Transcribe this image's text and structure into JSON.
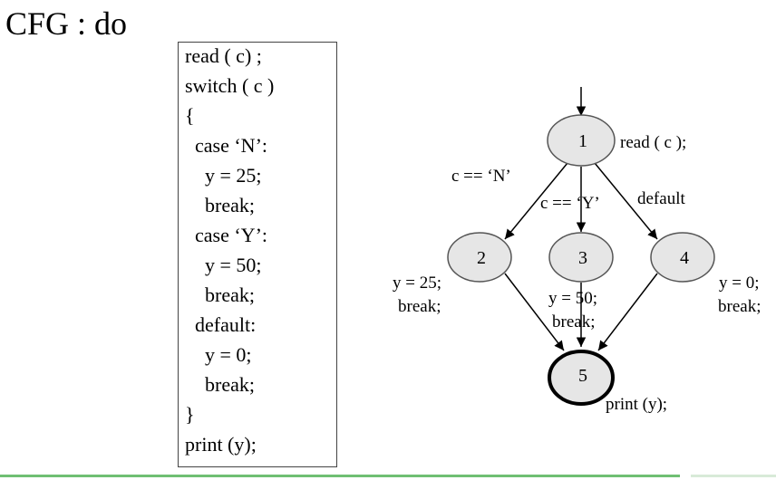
{
  "title": "CFG : do",
  "code_lines": [
    "read ( c) ;",
    "switch ( c )",
    "{",
    "  case ‘N’:",
    "    y = 25;",
    "    break;",
    "  case ‘Y’:",
    "    y = 50;",
    "    break;",
    "  default:",
    "    y = 0;",
    "    break;",
    "}",
    "print (y);"
  ],
  "graph": {
    "nodes": [
      {
        "id": "1",
        "label": "1",
        "annotation": [
          "read ( c );"
        ],
        "exit": false
      },
      {
        "id": "2",
        "label": "2",
        "annotation": [
          "y = 25;",
          "break;"
        ],
        "exit": false
      },
      {
        "id": "3",
        "label": "3",
        "annotation": [
          "y = 50;",
          "break;"
        ],
        "exit": false
      },
      {
        "id": "4",
        "label": "4",
        "annotation": [
          "y = 0;",
          "break;"
        ],
        "exit": false
      },
      {
        "id": "5",
        "label": "5",
        "annotation": [
          "print (y);"
        ],
        "exit": true
      }
    ],
    "edges": [
      {
        "from": "entry",
        "to": "1",
        "label": ""
      },
      {
        "from": "1",
        "to": "2",
        "label": "c == ‘N’"
      },
      {
        "from": "1",
        "to": "3",
        "label": "c == ‘Y’"
      },
      {
        "from": "1",
        "to": "4",
        "label": "default"
      },
      {
        "from": "2",
        "to": "5",
        "label": ""
      },
      {
        "from": "3",
        "to": "5",
        "label": ""
      },
      {
        "from": "4",
        "to": "5",
        "label": ""
      }
    ]
  },
  "colors": {
    "node_fill": "#e6e6e6",
    "node_stroke": "#555555",
    "exit_stroke": "#000000",
    "edge": "#000000",
    "accent_rule": "#6fbf73"
  }
}
